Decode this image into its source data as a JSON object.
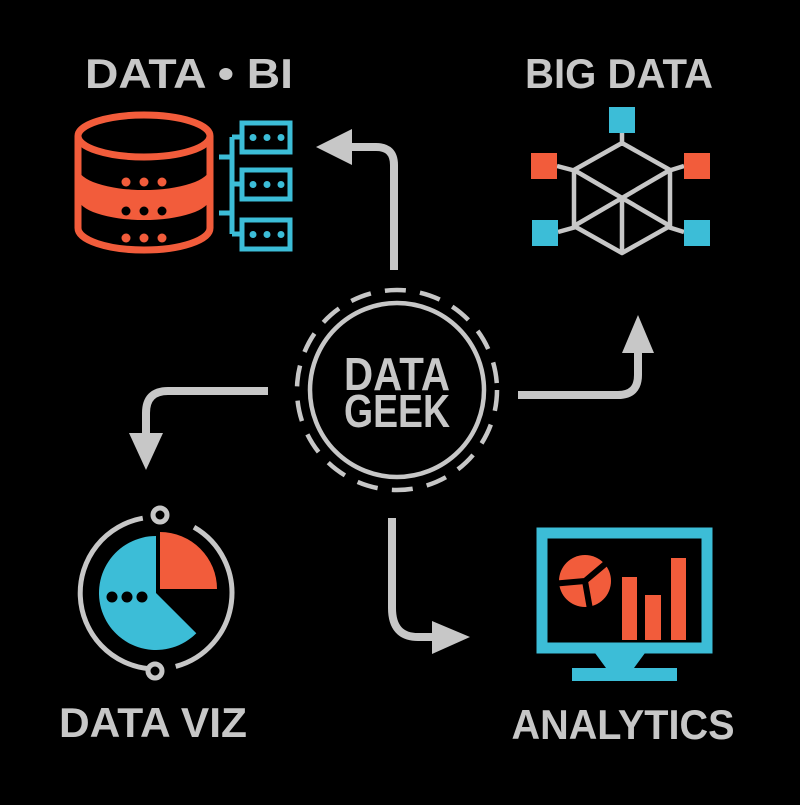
{
  "colors": {
    "background": "#000000",
    "orange": "#F25C3B",
    "teal": "#3CBDD7",
    "gray": "#C7C7C7"
  },
  "center_badge": {
    "line1": "DATA",
    "line2": "GEEK"
  },
  "labels": {
    "data_bi": "DATA • BI",
    "big_data": "BIG DATA",
    "data_viz": "DATA VIZ",
    "analytics": "ANALYTICS"
  },
  "icons": {
    "data_bi": "database-with-servers-icon",
    "big_data": "network-cube-icon",
    "data_viz": "pie-chart-orbit-icon",
    "analytics": "monitor-charts-icon"
  },
  "arrows": [
    "center-to-data-bi",
    "center-to-big-data",
    "center-to-data-viz",
    "center-to-analytics"
  ]
}
